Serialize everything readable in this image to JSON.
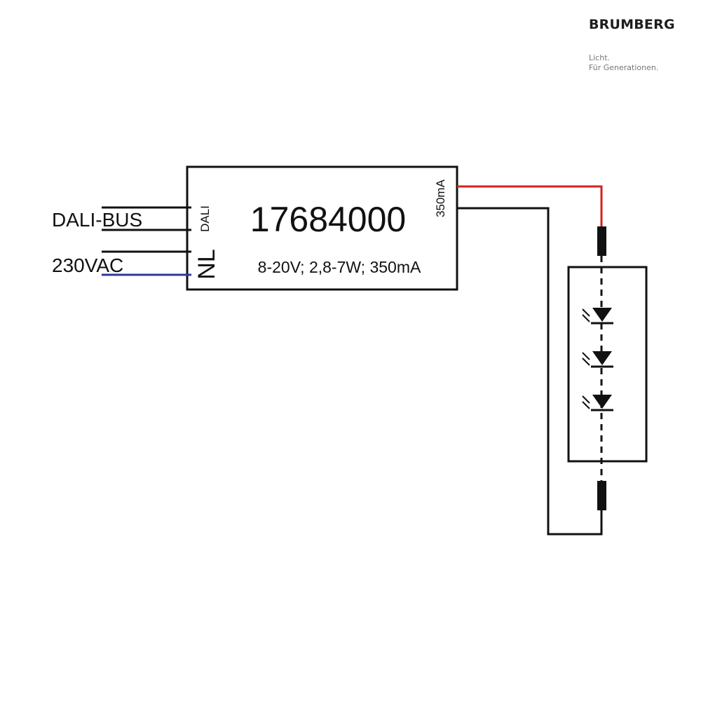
{
  "brand": {
    "name": "BRUMBERG",
    "tagline_1": "Licht.",
    "tagline_2": "Für Generationen."
  },
  "driver": {
    "part_number": "17684000",
    "spec": "8-20V; 2,8-7W; 350mA",
    "output_label": "350mA",
    "dali_terminal_label": "DALI",
    "mains_terminal_label": "NL"
  },
  "inputs": {
    "dali_bus_label": "DALI-BUS",
    "mains_label": "230VAC"
  },
  "colors": {
    "positive_wire": "#d42020",
    "neutral_wire": "#2b3b9a",
    "wire": "#111111"
  },
  "led_module": {
    "led_count": 3
  }
}
